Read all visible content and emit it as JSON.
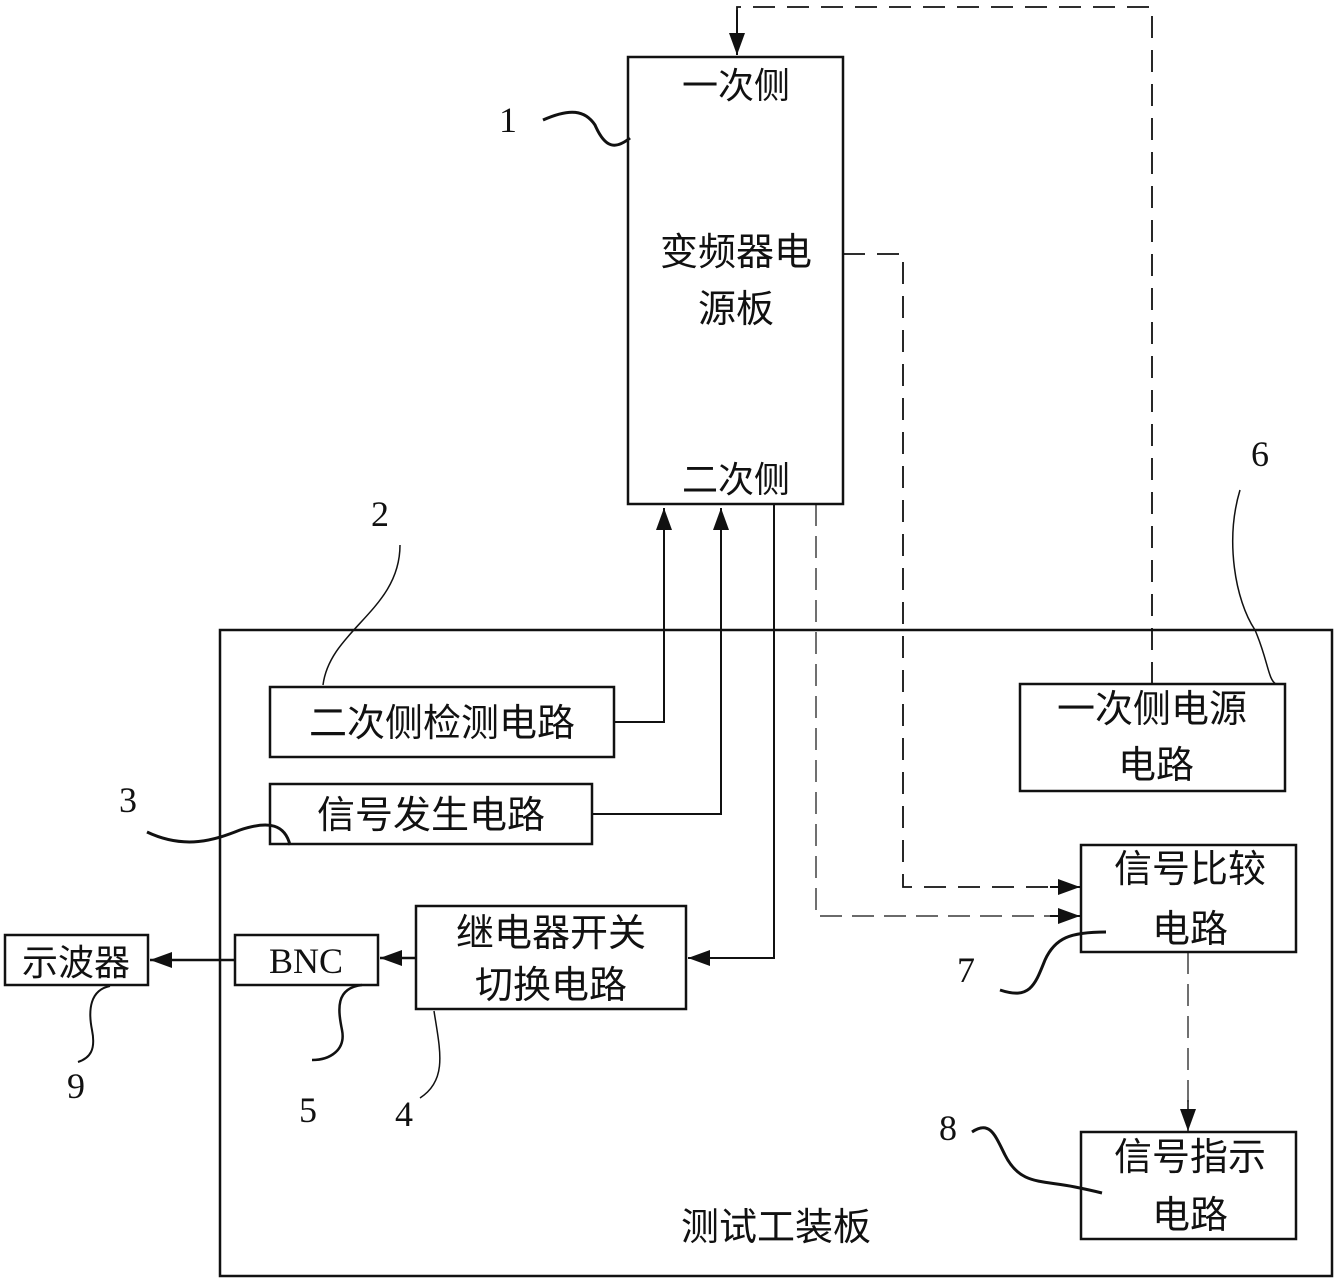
{
  "diagram": {
    "power_board": {
      "title_line1": "变频器电",
      "title_line2": "源板",
      "primary_label": "一次侧",
      "secondary_label": "二次侧",
      "ref": "1"
    },
    "fixture_board": {
      "title": "测试工装板"
    },
    "blocks": {
      "secondary_detect": {
        "label": "二次侧检测电路",
        "ref": "2"
      },
      "signal_gen": {
        "label": "信号发生电路",
        "ref": "3"
      },
      "relay_switch": {
        "line1": "继电器开关",
        "line2": "切换电路",
        "ref": "4"
      },
      "bnc": {
        "label": "BNC",
        "ref": "5"
      },
      "primary_power": {
        "line1": "一次侧电源",
        "line2": "电路",
        "ref": "6"
      },
      "signal_compare": {
        "line1": "信号比较",
        "line2": "电路",
        "ref": "7"
      },
      "signal_indicator": {
        "line1": "信号指示",
        "line2": "电路",
        "ref": "8"
      },
      "oscilloscope": {
        "label": "示波器",
        "ref": "9"
      }
    }
  }
}
